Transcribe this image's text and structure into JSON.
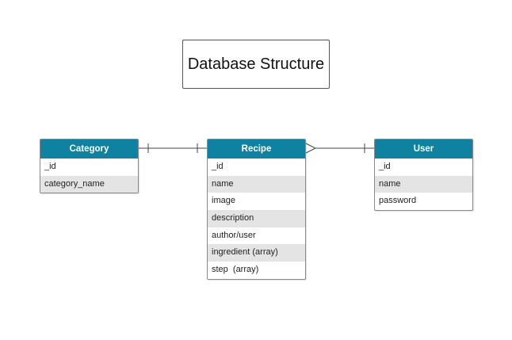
{
  "title": "Database Structure",
  "colors": {
    "header": "#0e82a0",
    "row_alt": "#e4e4e4",
    "line": "#444444"
  },
  "entities": [
    {
      "id": "category",
      "name": "Category",
      "fields": [
        "_id",
        "category_name"
      ]
    },
    {
      "id": "recipe",
      "name": "Recipe",
      "fields": [
        "_id",
        "name",
        "image",
        "description",
        "author/user",
        "ingredient (array)",
        "step  (array)"
      ]
    },
    {
      "id": "user",
      "name": "User",
      "fields": [
        "_id",
        "name",
        "password"
      ]
    }
  ],
  "relationships": [
    {
      "from": "category",
      "to": "recipe",
      "from_cardinality": "one",
      "to_cardinality": "one"
    },
    {
      "from": "recipe",
      "to": "user",
      "from_cardinality": "many",
      "to_cardinality": "one"
    }
  ]
}
